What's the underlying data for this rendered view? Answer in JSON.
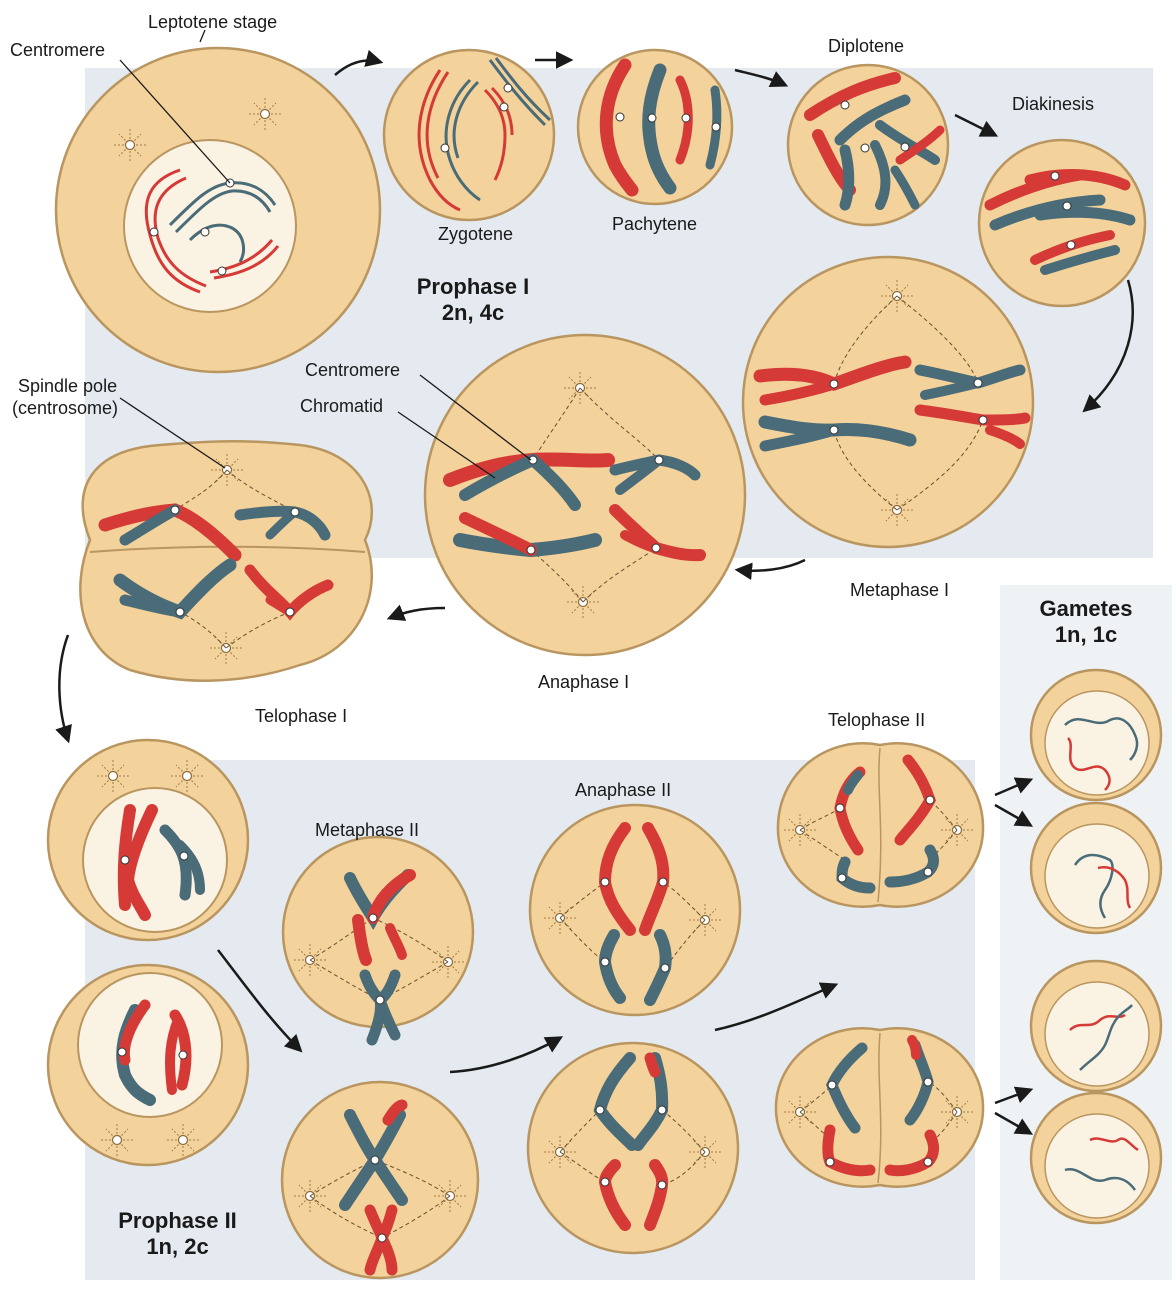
{
  "labels": {
    "leptotene": "Leptotene stage",
    "centromere_top": "Centromere",
    "zygotene": "Zygotene",
    "pachytene": "Pachytene",
    "diplotene": "Diplotene",
    "diakinesis": "Diakinesis",
    "prophase1_title": "Prophase I",
    "prophase1_ploidy": "2n, 4c",
    "spindle_pole": "Spindle pole",
    "centrosome": "(centrosome)",
    "centromere_mid": "Centromere",
    "chromatid": "Chromatid",
    "metaphase1": "Metaphase I",
    "anaphase1": "Anaphase I",
    "telophase1": "Telophase I",
    "gametes_title": "Gametes",
    "gametes_ploidy": "1n, 1c",
    "telophase2": "Telophase II",
    "anaphase2": "Anaphase II",
    "metaphase2": "Metaphase II",
    "prophase2_title": "Prophase II",
    "prophase2_ploidy": "1n, 2c"
  },
  "colors": {
    "cell_fill": "#f3d29b",
    "cell_stroke": "#b99560",
    "nucleus_fill": "#faf2e2",
    "maternal_red": "#d63a37",
    "paternal_blue": "#4a6b78",
    "background_panel": "#e4eaef"
  }
}
